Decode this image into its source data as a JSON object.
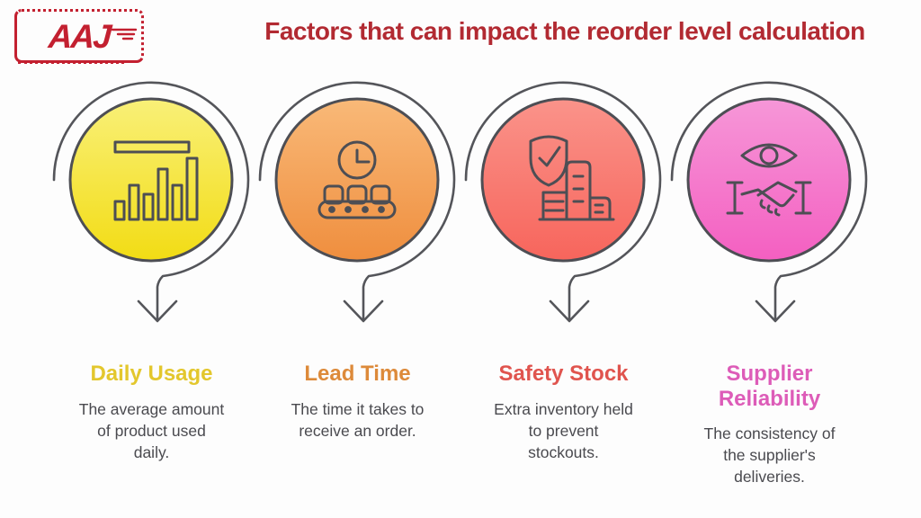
{
  "logo": {
    "text": "AAJ"
  },
  "header": {
    "title": "Factors that can impact the reorder level calculation",
    "title_color": "#b22a32"
  },
  "factors": [
    {
      "name": "Daily Usage",
      "description": "The average amount\nof product used\ndaily.",
      "label_color": "#e3c72d",
      "gradient_top": "#f9f078",
      "gradient_bottom": "#f2dc14",
      "icon": "bar-chart-icon"
    },
    {
      "name": "Lead Time",
      "description": "The time it takes to\nreceive an order.",
      "label_color": "#dd8a3a",
      "gradient_top": "#f9b978",
      "gradient_bottom": "#ef8e3e",
      "icon": "clock-conveyor-icon"
    },
    {
      "name": "Safety Stock",
      "description": "Extra inventory held\nto prevent\nstockouts.",
      "label_color": "#e0544e",
      "gradient_top": "#fa938a",
      "gradient_bottom": "#f7655c",
      "icon": "shield-check-inventory-icon"
    },
    {
      "name": "Supplier\nReliability",
      "description": "The consistency of\nthe supplier's\ndeliveries.",
      "label_color": "#dd5cb8",
      "gradient_top": "#f697d8",
      "gradient_bottom": "#f45fc1",
      "icon": "eye-handshake-icon"
    }
  ],
  "colors": {
    "background": "#fdfdfd",
    "orbit_outline": "#54555a",
    "icon_stroke": "#4d4e54",
    "body_text": "#4a4a4f",
    "logo_red": "#c32030",
    "title_red": "#b22a32"
  }
}
